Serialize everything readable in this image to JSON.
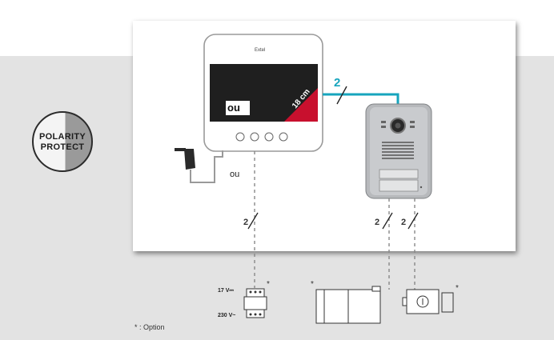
{
  "badge": {
    "line1": "POLARITY",
    "line2": "PROTECT"
  },
  "monitor": {
    "brand": "Extel",
    "screen_label": "ou",
    "size_label": "18 cm",
    "button_icons": [
      "intercom-icon",
      "door-open-icon",
      "gate-key-icon",
      "menu-icon"
    ]
  },
  "labels": {
    "or_power": "ou",
    "bus_wires": "2",
    "psu_wires": "2",
    "lock_wires_1": "2",
    "lock_wires_2": "2"
  },
  "power_supply": {
    "dc_label": "17 V⎓",
    "ac_label": "230 V~"
  },
  "stars": {
    "psu": "*",
    "gate": "*",
    "lock": "*"
  },
  "footnote": "* : Option",
  "colors": {
    "bus_line": "#16a4bd",
    "accent_red": "#c8102e",
    "band": "#e3e3e3"
  }
}
